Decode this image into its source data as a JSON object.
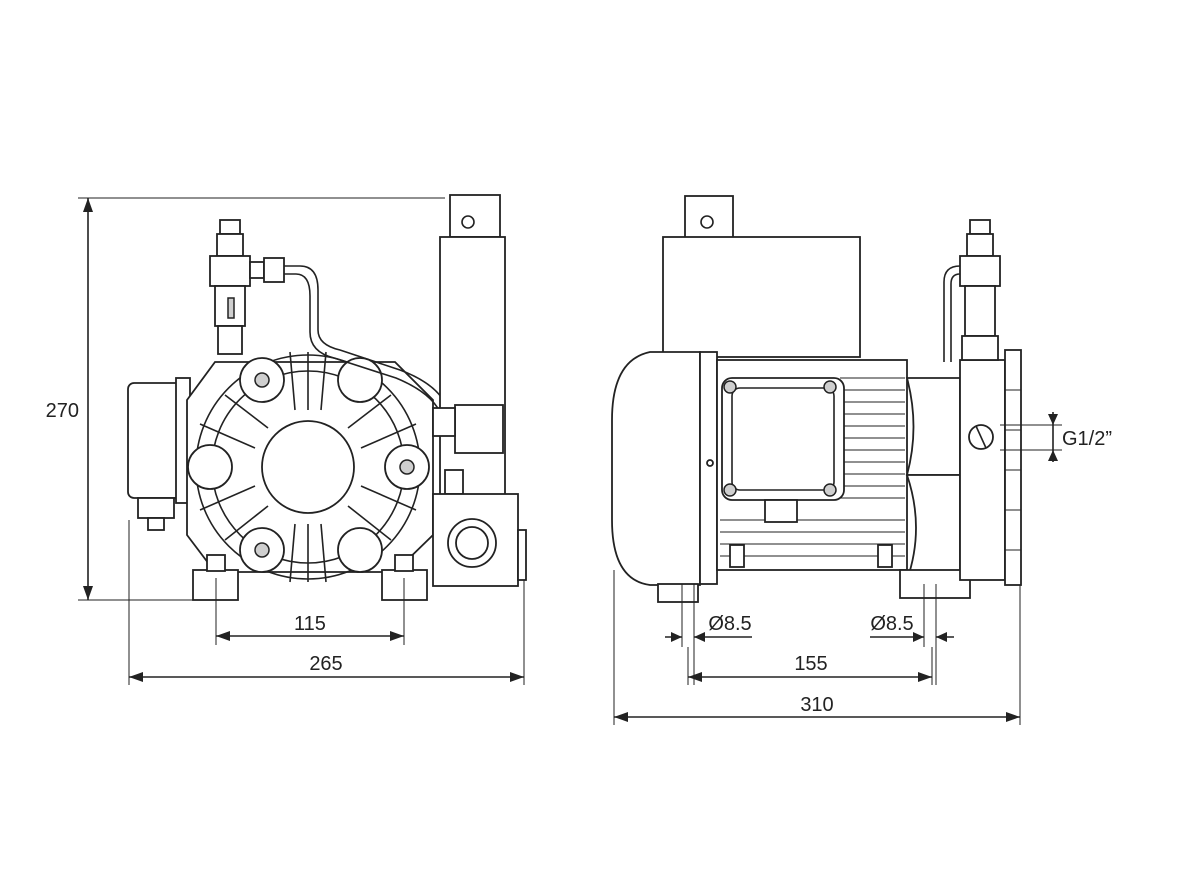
{
  "dimensions": {
    "height_total": "270",
    "foot_spacing_front": "115",
    "width_front": "265",
    "hole_left": "Ø8.5",
    "hole_right": "Ø8.5",
    "foot_spacing_side": "155",
    "length_side": "310",
    "port_thread": "G1/2”"
  }
}
